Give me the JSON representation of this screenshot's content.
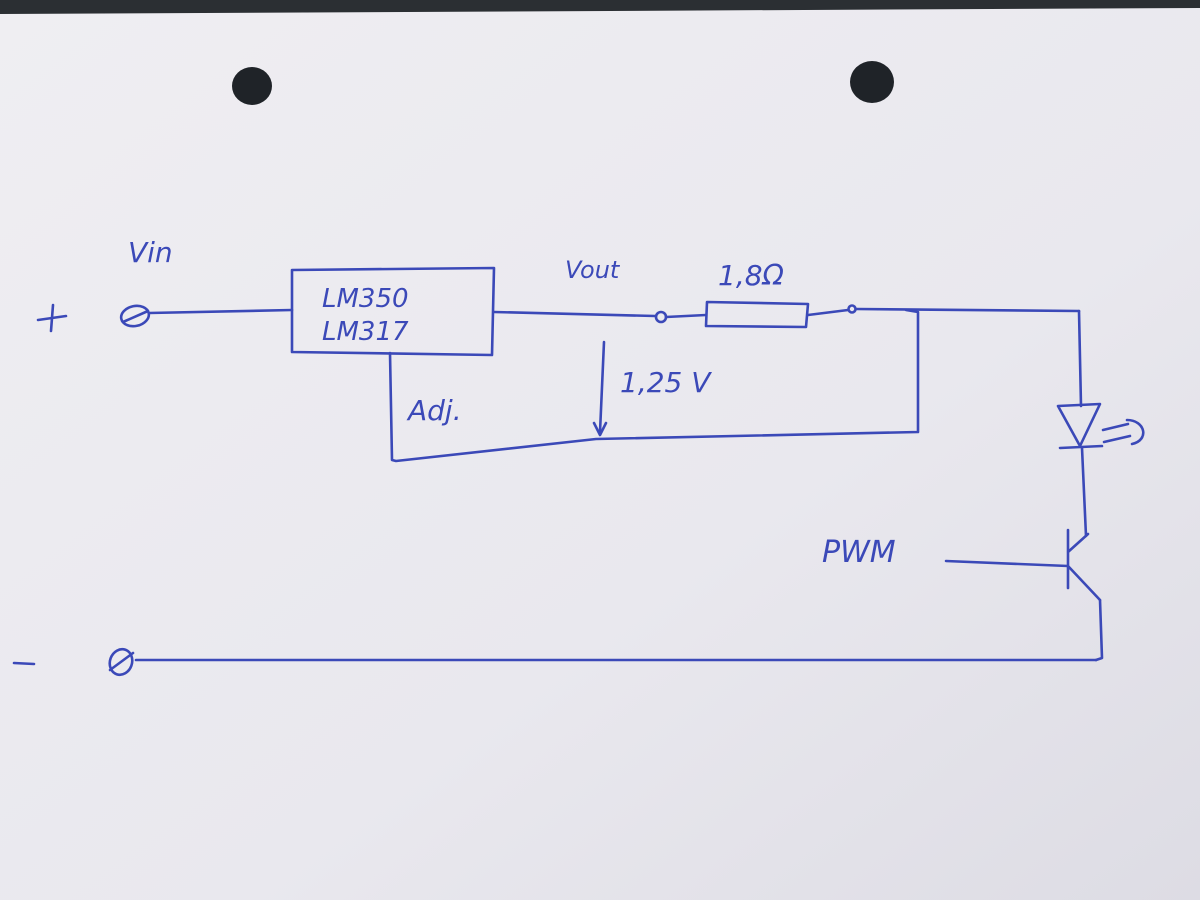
{
  "colors": {
    "ink": "#3b49b8",
    "paper": "#ecebef",
    "paper_shade": "#dcdbe2",
    "desk": "#2b2f33",
    "hole": "#1f2328"
  },
  "labels": {
    "vin": "Vin",
    "plus": "+",
    "minus": "−",
    "regulator_line1": "LM350",
    "regulator_line2": "LM317",
    "vout": "Vout",
    "resistor_value": "1,8Ω",
    "adj": "Adj.",
    "voltage_drop": "1,25 V",
    "pwm": "PWM"
  }
}
